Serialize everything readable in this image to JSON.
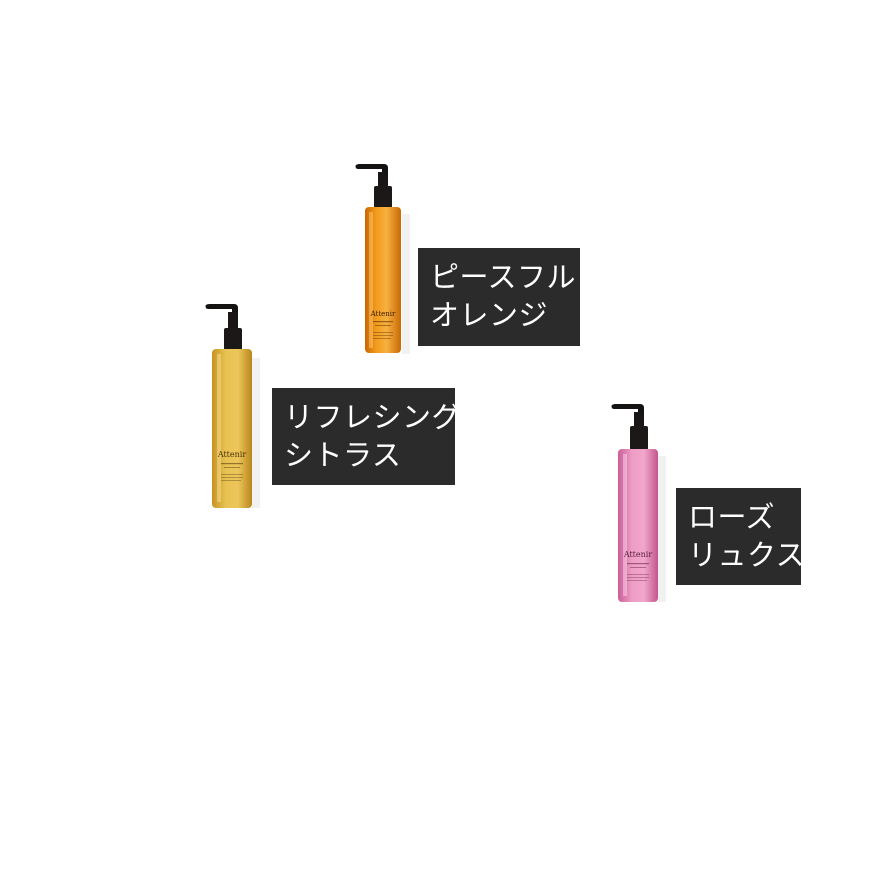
{
  "brand": "Attenir",
  "products": [
    {
      "id": "orange",
      "label_line1": "ピースフル",
      "label_line2": "オレンジ",
      "color": "#ec8a10"
    },
    {
      "id": "citrus",
      "label_line1": "リフレシング",
      "label_line2": "シトラス",
      "color": "#e1b43a"
    },
    {
      "id": "rose",
      "label_line1": "ローズ",
      "label_line2": "リュクス",
      "color": "#e27bb0"
    }
  ]
}
